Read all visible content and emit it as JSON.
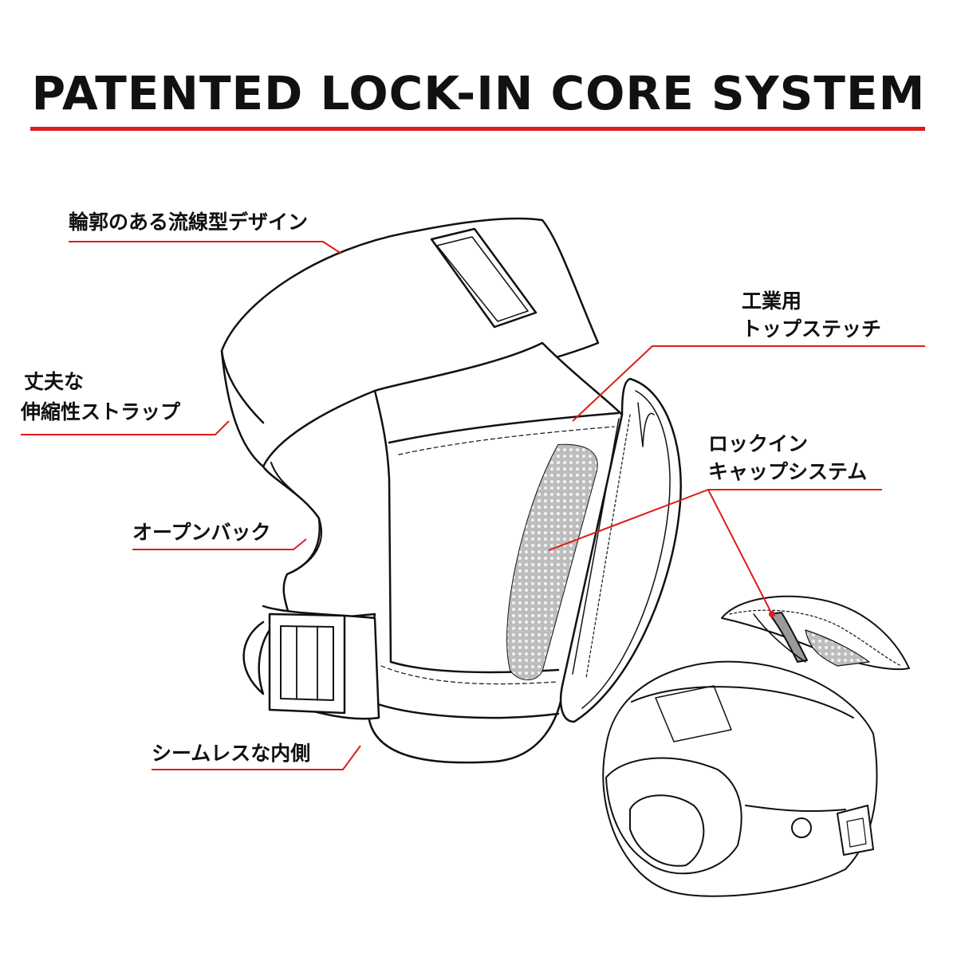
{
  "title": "PATENTED LOCK-IN CORE SYSTEM",
  "colors": {
    "accent": "#e01b1b",
    "ink": "#111111",
    "mesh": "#9a9a9a"
  },
  "callouts": {
    "contoured_design": "輪郭のある流線型デザイン",
    "strap_line1": "丈夫な",
    "strap_line2": "伸縮性ストラップ",
    "open_back": "オープンバック",
    "seamless_inside": "シームレスな内側",
    "topstitch_line1": "工業用",
    "topstitch_line2": "トップステッチ",
    "lockin_line1": "ロックイン",
    "lockin_line2": "キャップシステム"
  }
}
